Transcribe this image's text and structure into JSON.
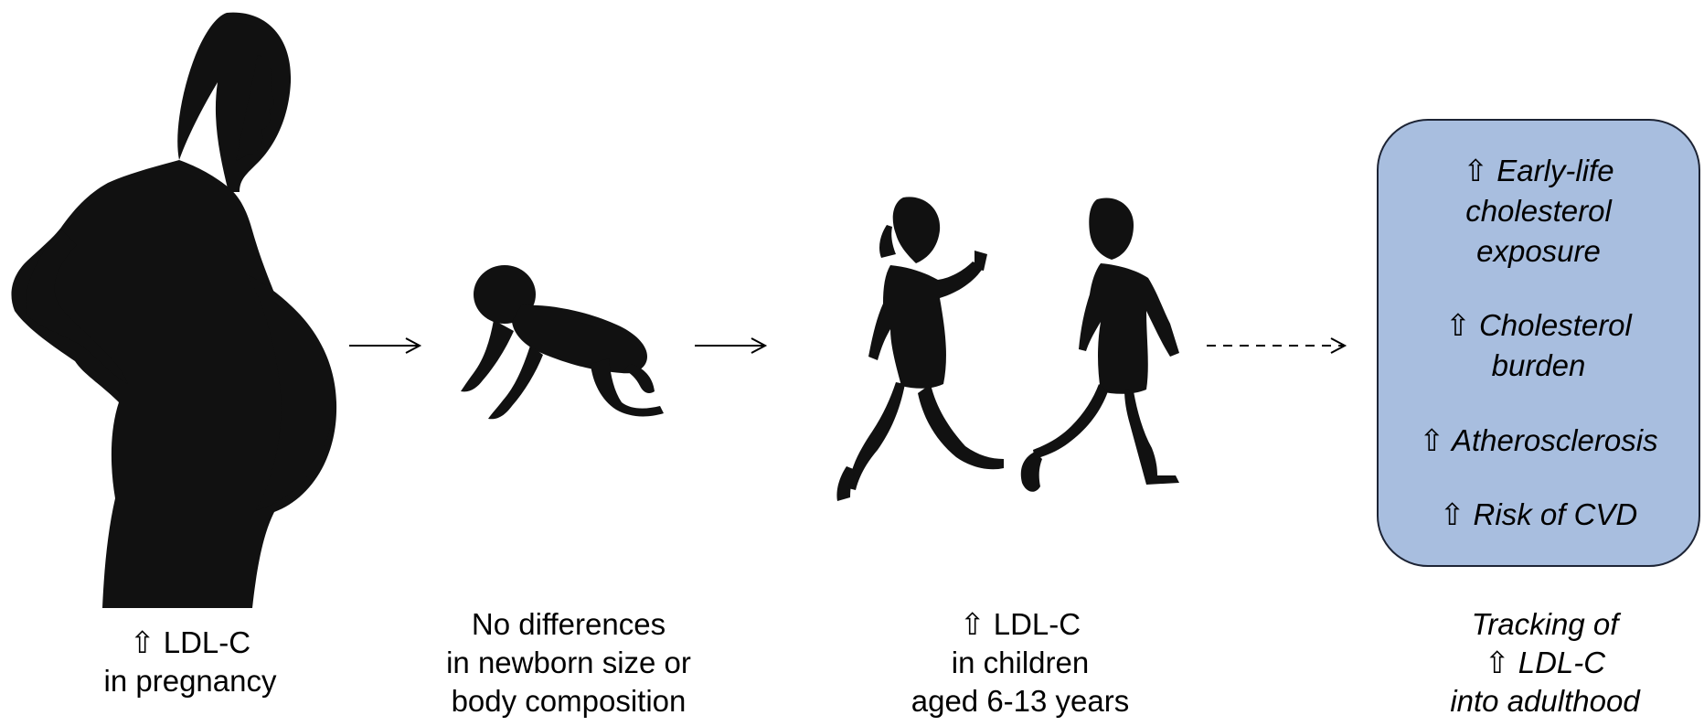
{
  "arrow_glyph": "⇧",
  "stages": [
    {
      "lines": [
        "⇧ LDL-C",
        "in pregnancy"
      ],
      "figure": "pregnant-woman-silhouette"
    },
    {
      "lines": [
        "No differences",
        "in newborn size or",
        "body composition"
      ],
      "figure": "crawling-baby-silhouette"
    },
    {
      "lines": [
        "⇧ LDL-C",
        "in children",
        "aged 6-13 years"
      ],
      "figure": "running-children-silhouettes"
    },
    {
      "lines": [
        "Tracking of",
        "⇧ LDL-C",
        "into adulthood"
      ],
      "figure": "outcomes-box"
    }
  ],
  "outcomes": [
    {
      "lines": [
        "⇧ Early-life",
        "cholesterol",
        "exposure"
      ]
    },
    {
      "lines": [
        "⇧ Cholesterol",
        "burden"
      ]
    },
    {
      "lines": [
        "⇧ Atherosclerosis"
      ]
    },
    {
      "lines": [
        "⇧ Risk of CVD"
      ]
    }
  ],
  "colors": {
    "silhouette": "#111111",
    "box_fill": "#a8bedf",
    "box_border": "#1d2435"
  }
}
